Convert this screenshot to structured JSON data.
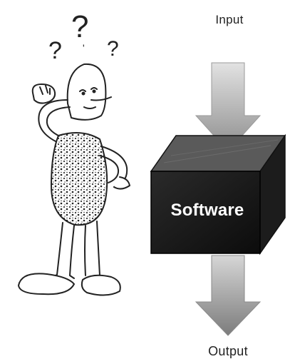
{
  "diagram": {
    "input_label": "Input",
    "box_label": "Software",
    "output_label": "Output"
  },
  "character": {
    "icon": "confused-person-icon",
    "question_marks": [
      "?",
      "?",
      "?",
      "?"
    ]
  }
}
